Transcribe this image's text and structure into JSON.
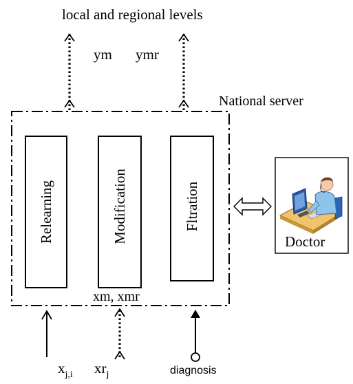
{
  "diagram": {
    "top_label": "local and regional levels",
    "output_label_1": "ym",
    "output_label_2": "ymr",
    "server_label": "National server",
    "modules": [
      "Relearning",
      "Modification",
      "Fltration"
    ],
    "inner_label": "xm, xmr",
    "doctor_label": "Doctor",
    "inputs": {
      "x_main": "x",
      "x_sub": "j,i",
      "xr_main": "xr",
      "xr_sub": "j",
      "diagnosis": "diagnosis"
    },
    "icons": {
      "doctor": "doctor-at-computer-icon",
      "exchange": "double-headed-arrow-icon"
    }
  }
}
